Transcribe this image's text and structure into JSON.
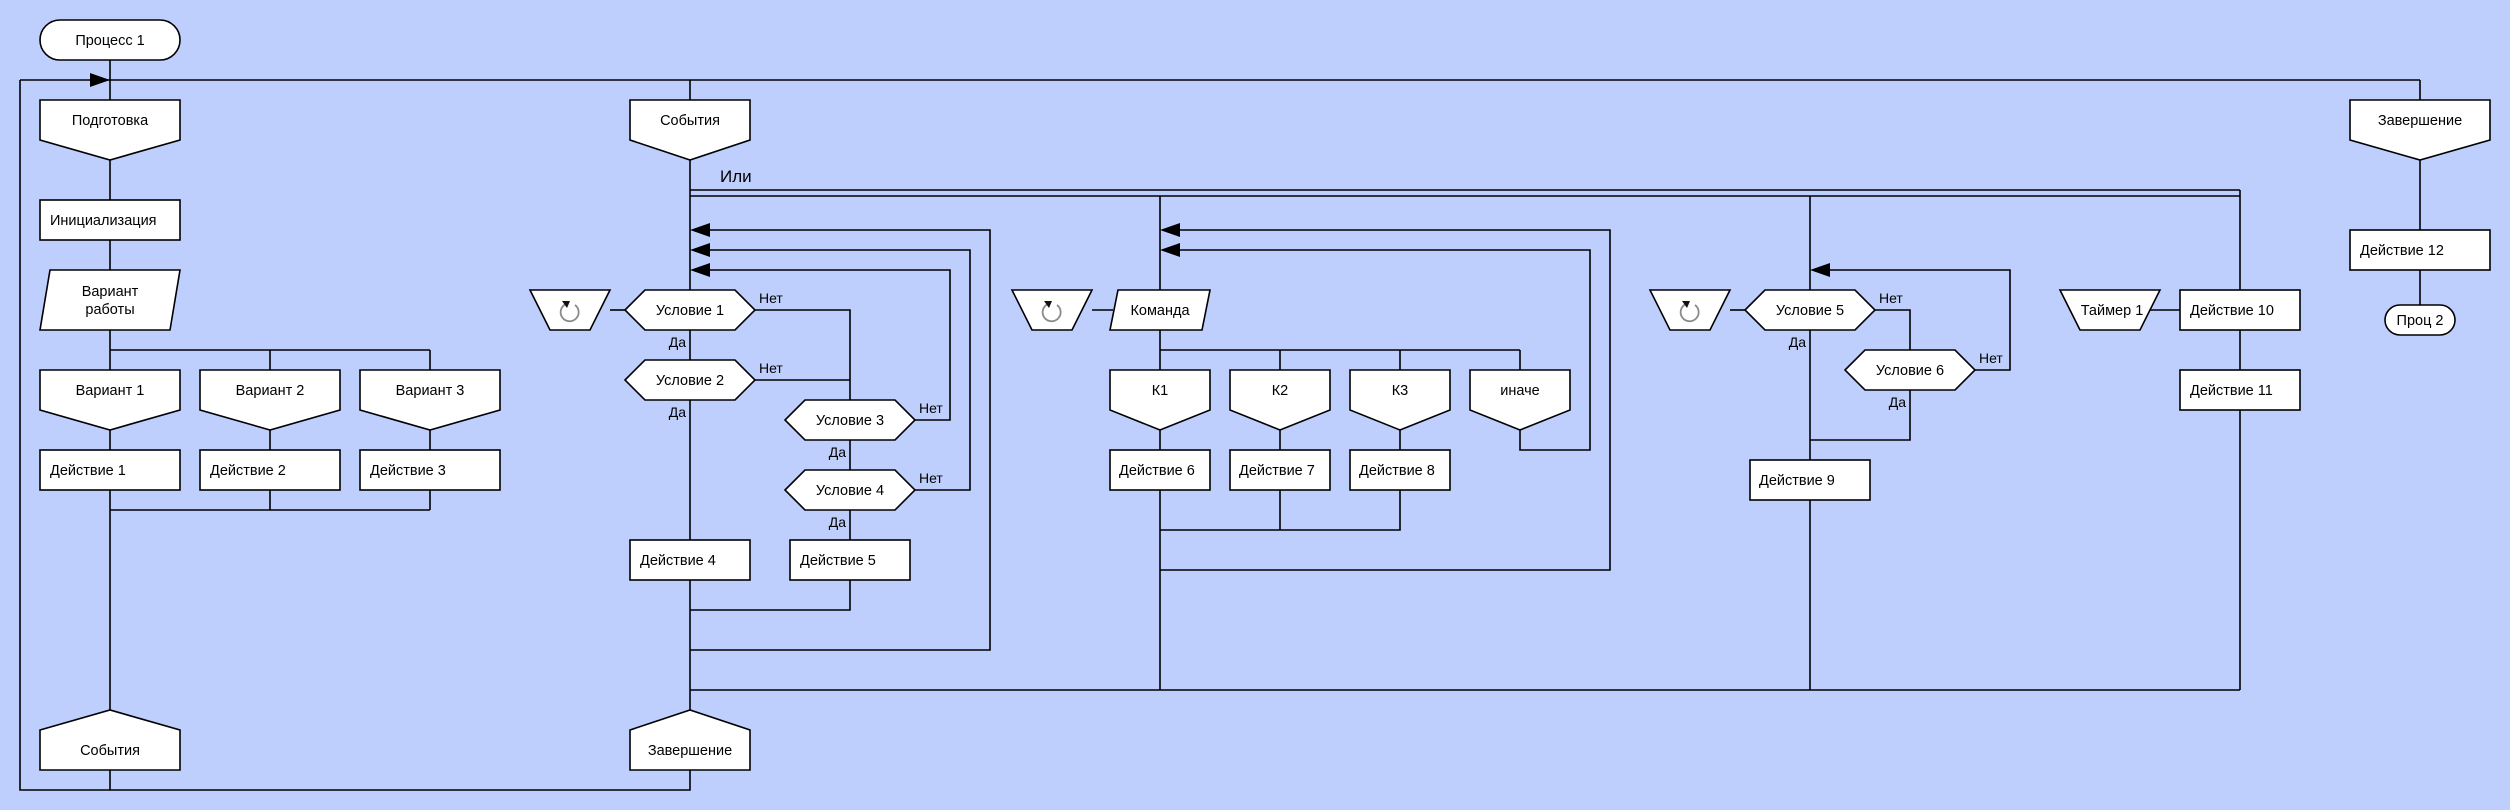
{
  "diagram": {
    "title": "Процесс 1",
    "end_process": "Проц 2",
    "branches_header": {
      "prep": "Подготовка",
      "events": "События",
      "finish": "Завершение"
    },
    "prep": {
      "init": "Инициализация",
      "mode_line1": "Вариант",
      "mode_line2": "работы",
      "variants": [
        "Вариант 1",
        "Вариант 2",
        "Вариант 3"
      ],
      "actions": [
        "Действие 1",
        "Действие 2",
        "Действие 3"
      ],
      "next": "События"
    },
    "events": {
      "or_label": "Или",
      "next": "Завершение",
      "cond1": "Условие 1",
      "cond2": "Условие 2",
      "cond3": "Условие 3",
      "cond4": "Условие 4",
      "action4": "Действие 4",
      "action5": "Действие 5",
      "command": "Команда",
      "cases": [
        "К1",
        "К2",
        "К3",
        "иначе"
      ],
      "case_actions": [
        "Действие 6",
        "Действие 7",
        "Действие 8"
      ],
      "cond5": "Условие 5",
      "cond6": "Условие 6",
      "action9": "Действие 9",
      "timer": "Таймер 1",
      "action10": "Действие 10",
      "action11": "Действие 11"
    },
    "finish": {
      "action12": "Действие 12"
    },
    "labels": {
      "yes": "Да",
      "no": "Нет"
    },
    "icons": {
      "loop": "loop-cycle-icon"
    }
  }
}
